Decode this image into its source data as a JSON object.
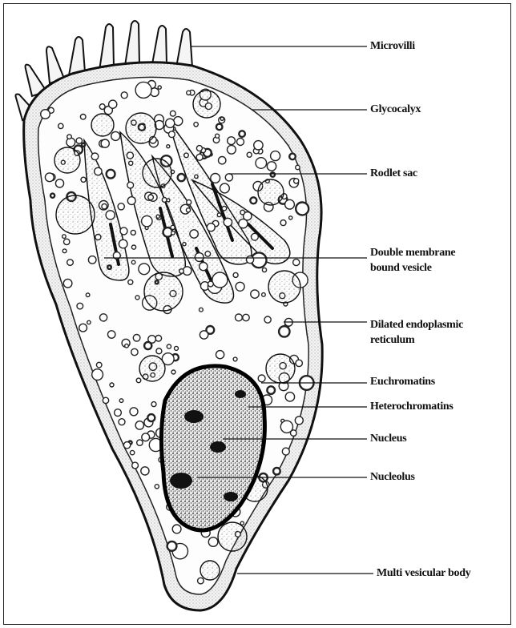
{
  "labels": {
    "microvilli": "Microvilli",
    "glycocalyx": "Glycocalyx",
    "rodlet_sac": "Rodlet sac",
    "double_membrane_1": "Double membrane",
    "double_membrane_2": "bound vesicle",
    "dilated_er_1": "Dilated endoplasmic",
    "dilated_er_2": "reticulum",
    "euchromatins": "Euchromatins",
    "heterochromatins": "Heterochromatins",
    "nucleus": "Nucleus",
    "nucleolus": "Nucleolus",
    "mvb": "Multi vesicular body"
  },
  "colors": {
    "ink": "#111111",
    "paper": "#ffffff",
    "stipple": "#8a8a8a"
  }
}
